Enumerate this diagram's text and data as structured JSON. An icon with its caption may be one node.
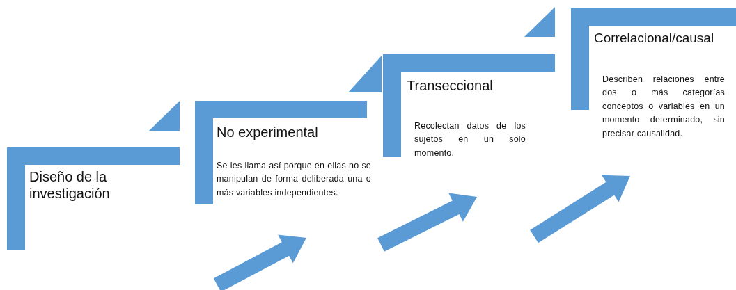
{
  "diagram": {
    "nodes": [
      {
        "text": [
          "Diseño de la investigación"
        ]
      },
      {
        "text": [
          "No experimental",
          "Se les llama así porque en ellas no se manipulan de forma deliberada una o más variables independientes."
        ]
      },
      {
        "text": [
          "Transeccional",
          "Recolectan datos de los sujetos en un solo momento."
        ]
      },
      {
        "text": [
          "Correlacional/causal",
          "Describen relaciones entre dos o más categorías conceptos o variables en un momento determinado, sin precisar causalidad."
        ]
      }
    ]
  }
}
